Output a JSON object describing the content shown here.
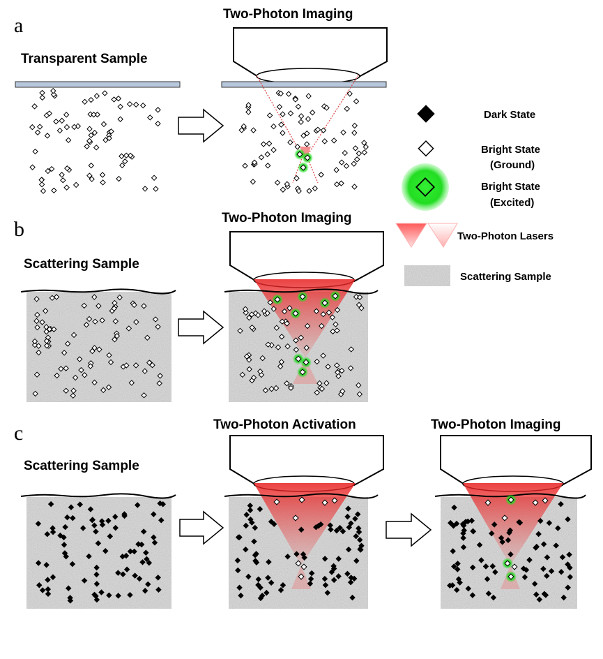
{
  "panels": {
    "a": {
      "letter": "a",
      "sample_label": "Transparent Sample",
      "imaging_title": "Two-Photon Imaging"
    },
    "b": {
      "letter": "b",
      "sample_label": "Scattering Sample",
      "imaging_title": "Two-Photon Imaging"
    },
    "c": {
      "letter": "c",
      "sample_label": "Scattering Sample",
      "activation_title": "Two-Photon Activation",
      "imaging_title": "Two-Photon Imaging"
    }
  },
  "legend": {
    "dark_state": "Dark State",
    "bright_ground_line1": "Bright State",
    "bright_ground_line2": "(Ground)",
    "bright_excited_line1": "Bright State",
    "bright_excited_line2": "(Excited)",
    "lasers": "Two-Photon Lasers",
    "scattering": "Scattering Sample"
  },
  "colors": {
    "excited_glow": "#22dd22",
    "laser": "#ee3333",
    "slide": "#b8c8dc",
    "scatter_bg": "#d6d6d6"
  }
}
